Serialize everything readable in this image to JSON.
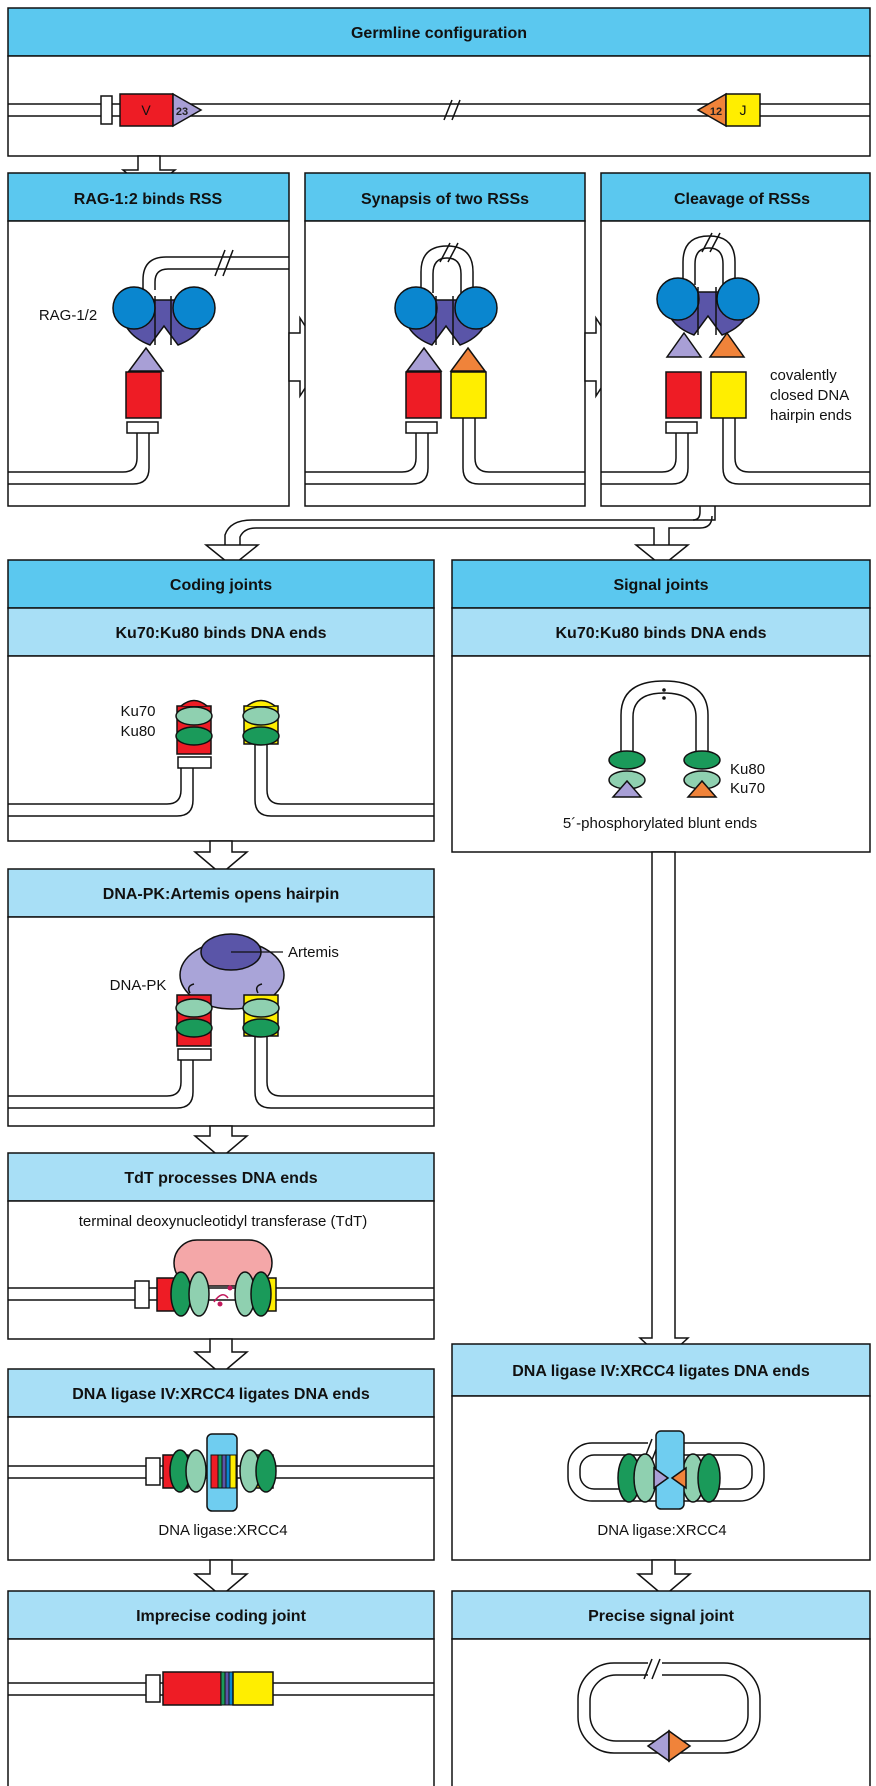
{
  "colors": {
    "header_dark": "#5bc8ef",
    "header_light": "#a8dff6",
    "v_segment": "#ee1c25",
    "j_segment": "#ffee00",
    "rss23": "#a89fd6",
    "rss12": "#f0833a",
    "rag_dark": "#5a55a8",
    "rag_blue": "#0a86cf",
    "ku_dark": "#1a9a5a",
    "ku_light": "#8fd0b0",
    "dnapk": "#a9a4d8",
    "artemis": "#5a55a8",
    "tdt": "#f4a7a8",
    "ligase": "#6fcdf0"
  },
  "germline": {
    "title": "Germline configuration",
    "v_label": "V",
    "rss23_label": "23",
    "rss12_label": "12",
    "j_label": "J"
  },
  "step_rag": {
    "title": "RAG-1:2 binds RSS",
    "protein_label": "RAG-1/2"
  },
  "step_synapsis": {
    "title": "Synapsis of two RSSs"
  },
  "step_cleavage": {
    "title": "Cleavage of RSSs",
    "note_lines": [
      "covalently",
      "closed DNA",
      "hairpin ends"
    ]
  },
  "coding": {
    "title": "Coding joints",
    "ku": {
      "title": "Ku70:Ku80 binds DNA ends",
      "ku70_label": "Ku70",
      "ku80_label": "Ku80"
    },
    "artemis": {
      "title": "DNA-PK:Artemis opens hairpin",
      "artemis_label": "Artemis",
      "dnapk_label": "DNA-PK"
    },
    "tdt": {
      "title": "TdT processes DNA ends",
      "caption": "terminal deoxynucleotidyl transferase (TdT)"
    },
    "ligate": {
      "title": "DNA ligase IV:XRCC4 ligates DNA ends",
      "caption": "DNA ligase:XRCC4"
    },
    "result": {
      "title": "Imprecise coding joint"
    }
  },
  "signal": {
    "title": "Signal joints",
    "ku": {
      "title": "Ku70:Ku80 binds DNA ends",
      "ku80_label": "Ku80",
      "ku70_label": "Ku70",
      "caption": "5´-phosphorylated blunt ends"
    },
    "ligate": {
      "title": "DNA ligase IV:XRCC4 ligates DNA ends",
      "caption": "DNA ligase:XRCC4"
    },
    "result": {
      "title": "Precise signal joint"
    }
  }
}
